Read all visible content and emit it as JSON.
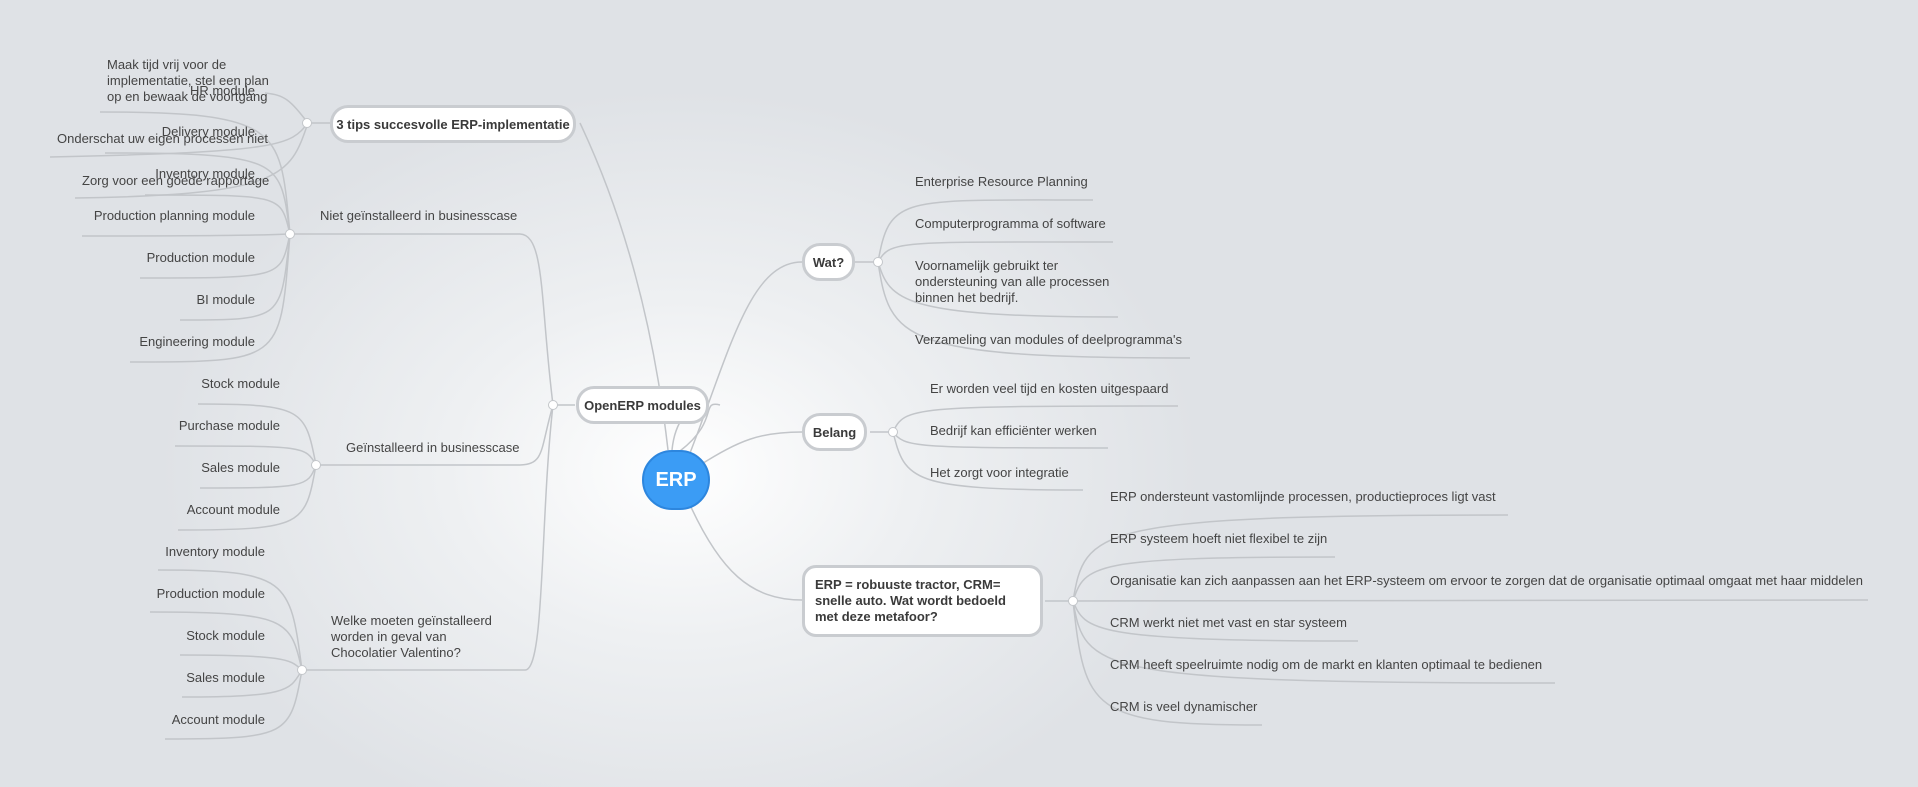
{
  "root": "ERP",
  "tips": {
    "title": "3 tips succesvolle ERP-implementatie",
    "items": [
      "Maak tijd vrij voor de implementatie, stel een plan op en bewaak de voortgang",
      "Onderschat uw eigen processen niet",
      "Zorg voor een goede rapportage"
    ]
  },
  "openerp": {
    "title": "OpenERP modules",
    "niet": {
      "label": "Niet geïnstalleerd in businesscase",
      "items": [
        "HR module",
        "Delivery module",
        "Inventory module",
        "Production planning module",
        "Production module",
        "BI module",
        "Engineering module"
      ]
    },
    "wel": {
      "label": "Geïnstalleerd in businesscase",
      "items": [
        "Stock module",
        "Purchase module",
        "Sales module",
        "Account module"
      ]
    },
    "choc": {
      "label": "Welke moeten geïnstalleerd worden in geval van Chocolatier Valentino?",
      "items": [
        "Inventory module",
        "Production module",
        "Stock module",
        "Sales module",
        "Account module"
      ]
    }
  },
  "wat": {
    "title": "Wat?",
    "items": [
      "Enterprise Resource Planning",
      "Computerprogramma of software",
      "Voornamelijk gebruikt ter ondersteuning van alle processen binnen het bedrijf.",
      "Verzameling van modules of deelprogramma's"
    ]
  },
  "belang": {
    "title": "Belang",
    "items": [
      "Er worden veel tijd en kosten uitgespaard",
      "Bedrijf kan efficiënter werken",
      "Het zorgt voor integratie"
    ]
  },
  "metafoor": {
    "title": "ERP = robuuste tractor, CRM= snelle auto. Wat wordt bedoeld met deze metafoor?",
    "items": [
      "ERP ondersteunt vastomlijnde processen, productieproces ligt vast",
      "ERP systeem hoeft niet flexibel te zijn",
      "Organisatie kan zich aanpassen aan het ERP-systeem om ervoor te zorgen dat de organisatie optimaal omgaat met haar middelen",
      "CRM werkt niet met vast en star systeem",
      "CRM heeft speelruimte nodig om de markt en klanten optimaal te bedienen",
      "CRM is veel dynamischer"
    ]
  }
}
